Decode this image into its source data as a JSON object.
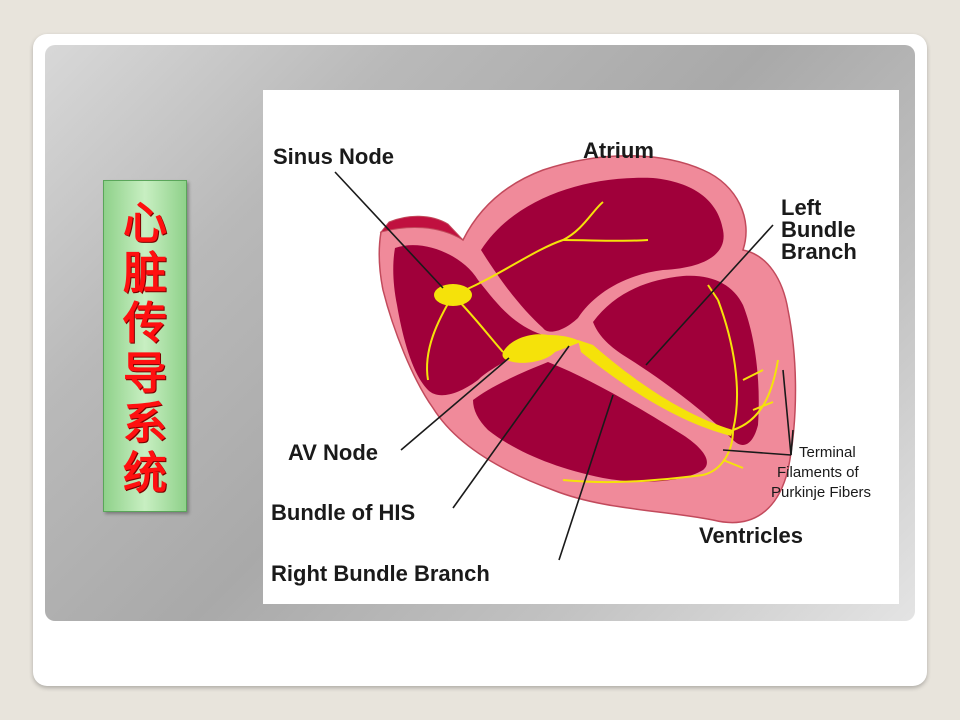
{
  "slide": {
    "title": "心脏传导系统"
  },
  "diagram": {
    "labels": {
      "sinus_node": "Sinus Node",
      "atrium": "Atrium",
      "left_bundle_branch_1": "Left",
      "left_bundle_branch_2": "Bundle",
      "left_bundle_branch_3": "Branch",
      "av_node": "AV Node",
      "bundle_of_his": "Bundle of HIS",
      "right_bundle_branch": "Right Bundle Branch",
      "ventricles": "Ventricles",
      "terminal_1": "Terminal",
      "terminal_2": "Filaments of",
      "terminal_3": "Purkinje Fibers"
    },
    "colors": {
      "heart_outer": "#f08a9a",
      "heart_inner": "#a0003a",
      "conduction": "#f5e20a",
      "label_line": "#1a1a1a"
    }
  }
}
